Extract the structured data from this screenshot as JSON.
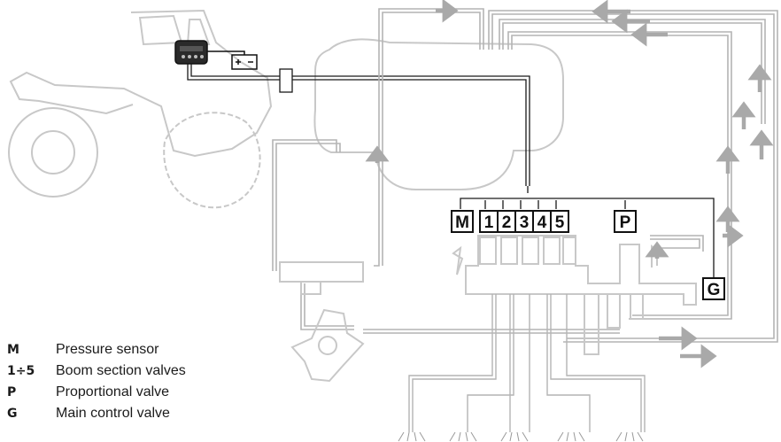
{
  "valve_labels": {
    "m": "M",
    "s1": "1",
    "s2": "2",
    "s3": "3",
    "s4": "4",
    "s5": "5",
    "p": "P",
    "g": "G"
  },
  "legend": [
    {
      "key": "M",
      "text": "Pressure sensor"
    },
    {
      "key": "1÷5",
      "text": "Boom section valves"
    },
    {
      "key": "P",
      "text": "Proportional valve"
    },
    {
      "key": "G",
      "text": "Main control valve"
    }
  ],
  "colors": {
    "outline": "#c8c8c8",
    "hose": "#b4b4b4",
    "flow_arrow": "#a9a9a9",
    "wire": "#1a1a1a"
  }
}
